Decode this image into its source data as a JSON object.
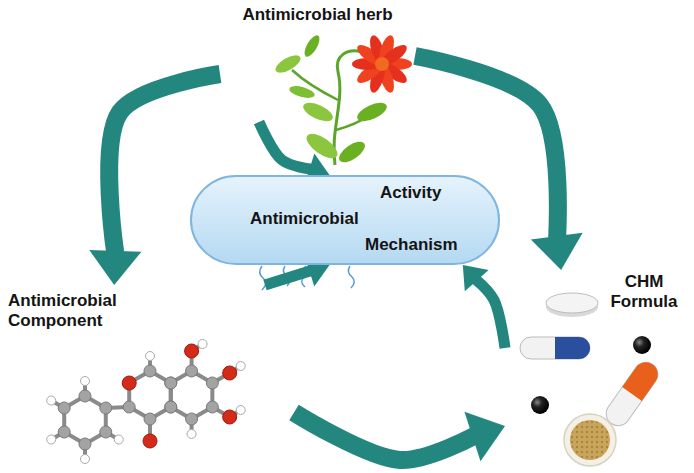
{
  "diagram": {
    "nodes": [
      {
        "text": [
          "Antimicrobial herb"
        ]
      },
      {
        "text": [
          "Activity",
          "Antimicrobial",
          "Mechanism"
        ]
      },
      {
        "text": [
          "Antimicrobial Component"
        ]
      },
      {
        "text": [
          "CHM Formula"
        ]
      }
    ],
    "edges": [
      {
        "from": 0,
        "to": 2,
        "arrow": "to"
      },
      {
        "from": 0,
        "to": 3,
        "arrow": "to"
      },
      {
        "from": 2,
        "to": 3,
        "arrow": "to"
      },
      {
        "from": 0,
        "to": 1,
        "arrow": "to"
      },
      {
        "from": 2,
        "to": 1,
        "arrow": "to"
      },
      {
        "from": 3,
        "to": 1,
        "arrow": "to"
      }
    ]
  }
}
